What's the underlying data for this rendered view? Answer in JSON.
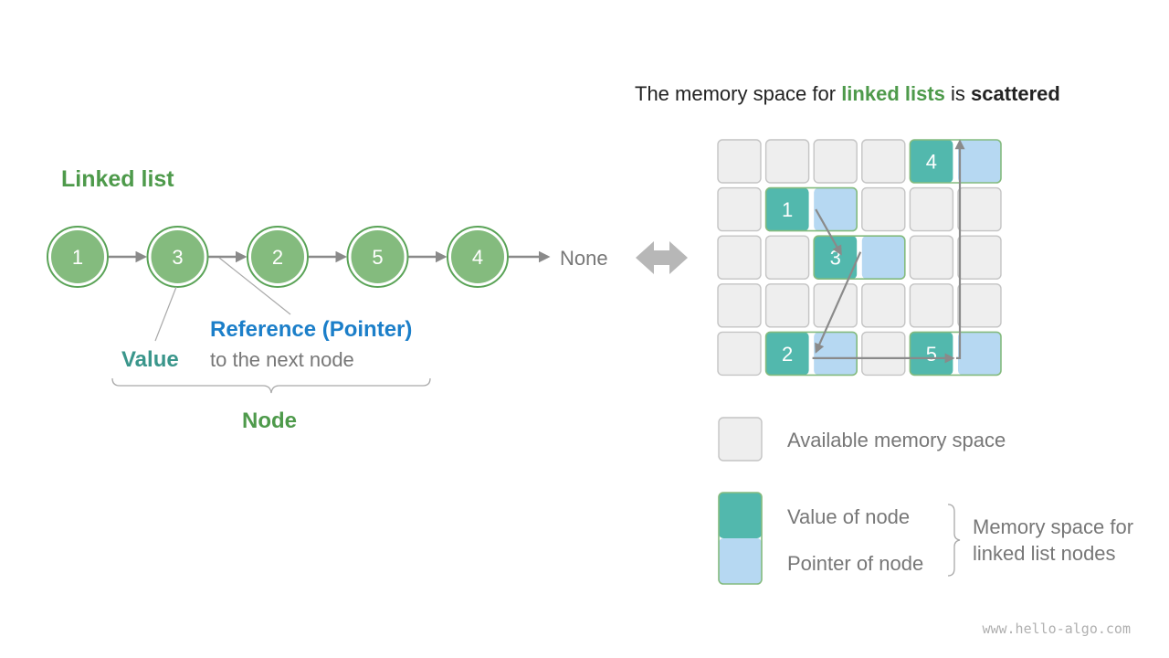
{
  "title": {
    "prefix": "The memory space for ",
    "highlight": "linked lists",
    "middle": " is ",
    "emphasis": "scattered"
  },
  "linked_list": {
    "heading": "Linked list",
    "nodes": [
      "1",
      "3",
      "2",
      "5",
      "4"
    ],
    "terminator": "None",
    "value_label": "Value",
    "reference_label": "Reference (Pointer)",
    "reference_sub": "to the next node",
    "node_label": "Node"
  },
  "memory": {
    "rows": 5,
    "cols": 6,
    "nodes": [
      {
        "value": "4",
        "row": 0,
        "col": 4
      },
      {
        "value": "1",
        "row": 1,
        "col": 1
      },
      {
        "value": "3",
        "row": 2,
        "col": 2
      },
      {
        "value": "2",
        "row": 4,
        "col": 1
      },
      {
        "value": "5",
        "row": 4,
        "col": 4
      }
    ],
    "order": [
      "1",
      "3",
      "2",
      "5",
      "4"
    ]
  },
  "legend": {
    "available": "Available memory space",
    "value": "Value of node",
    "pointer": "Pointer of node",
    "group_line1": "Memory space for",
    "group_line2": "linked list nodes"
  },
  "colors": {
    "node_green": "#84bb7e",
    "node_border": "#5aa357",
    "label_green": "#4e9a4b",
    "reference_blue": "#1c7fc9",
    "value_teal": "#3a968b",
    "cell_teal": "#52b8ad",
    "cell_blue": "#b6d8f2",
    "cell_gray": "#eeeeee",
    "cell_border": "#c4c4c4",
    "arrow_gray": "#8a8a8a",
    "text_gray": "#777777"
  },
  "watermark": "www.hello-algo.com"
}
